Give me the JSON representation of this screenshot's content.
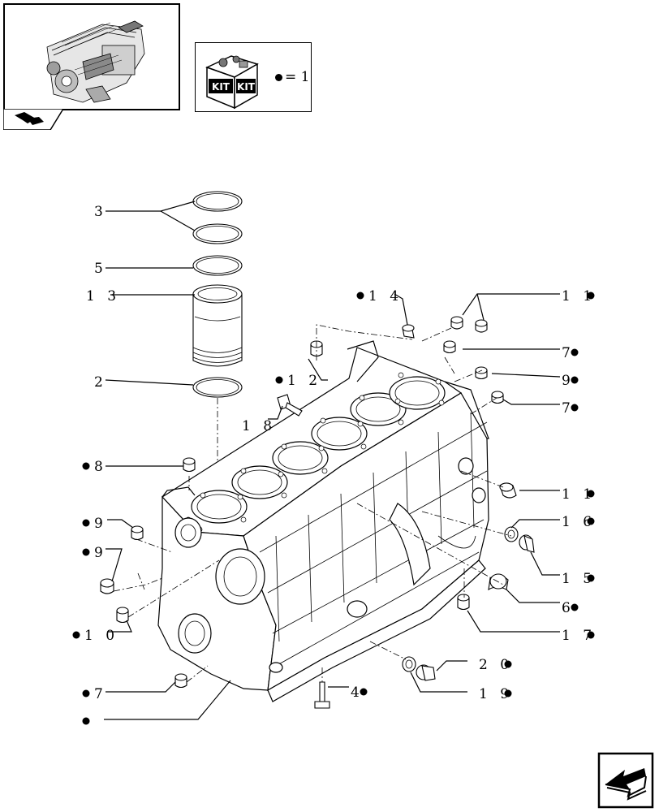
{
  "kit": {
    "box_label_left": "KIT",
    "box_label_right": "KIT",
    "legend_text": "= 1"
  },
  "callouts": [
    {
      "id": "c3",
      "label": "3",
      "bullet": ""
    },
    {
      "id": "c5",
      "label": "5",
      "bullet": ""
    },
    {
      "id": "c13",
      "label": "1 3",
      "bullet": ""
    },
    {
      "id": "c2",
      "label": "2",
      "bullet": ""
    },
    {
      "id": "c14",
      "label": "1 4",
      "bullet": "left"
    },
    {
      "id": "c11a",
      "label": "1 1",
      "bullet": "right"
    },
    {
      "id": "c7a",
      "label": "7",
      "bullet": "right"
    },
    {
      "id": "c12",
      "label": "1 2",
      "bullet": "left"
    },
    {
      "id": "c9a",
      "label": "9",
      "bullet": "right"
    },
    {
      "id": "c7b",
      "label": "7",
      "bullet": "right"
    },
    {
      "id": "c18",
      "label": "1 8",
      "bullet": ""
    },
    {
      "id": "c8",
      "label": "8",
      "bullet": "left"
    },
    {
      "id": "c11b",
      "label": "1 1",
      "bullet": "right"
    },
    {
      "id": "c9b",
      "label": "9",
      "bullet": "left"
    },
    {
      "id": "c16",
      "label": "1 6",
      "bullet": "right"
    },
    {
      "id": "c9c",
      "label": "9",
      "bullet": "left"
    },
    {
      "id": "c15",
      "label": "1 5",
      "bullet": "right"
    },
    {
      "id": "c6",
      "label": "6",
      "bullet": "right"
    },
    {
      "id": "c10",
      "label": "1 0",
      "bullet": "left"
    },
    {
      "id": "c17",
      "label": "1 7",
      "bullet": "right"
    },
    {
      "id": "c20",
      "label": "2 0",
      "bullet": "right"
    },
    {
      "id": "c7c",
      "label": "7",
      "bullet": "left"
    },
    {
      "id": "c4",
      "label": "4",
      "bullet": "right"
    },
    {
      "id": "c19",
      "label": "1 9",
      "bullet": "right"
    },
    {
      "id": "c1",
      "label": "",
      "bullet": "left"
    }
  ]
}
